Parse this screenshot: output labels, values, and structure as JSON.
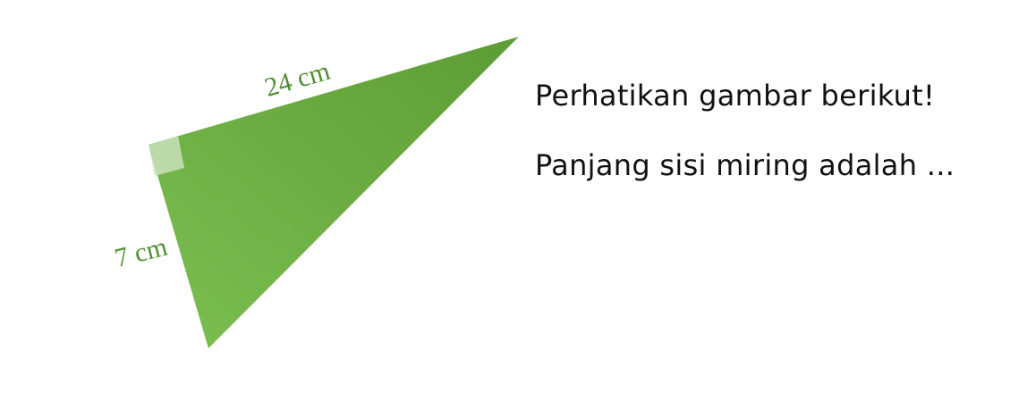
{
  "diagram": {
    "shape": "right-triangle",
    "fill_color_light": "#7cbf52",
    "fill_color_dark": "#5d9c35",
    "right_angle_marker_color": "#c9e0b8",
    "label_color": "#4f8e31",
    "sides": {
      "top": "24 cm",
      "left": "7 cm"
    }
  },
  "question": {
    "line1": "Perhatikan gambar berikut!",
    "line2": "Panjang sisi miring adalah ..."
  }
}
